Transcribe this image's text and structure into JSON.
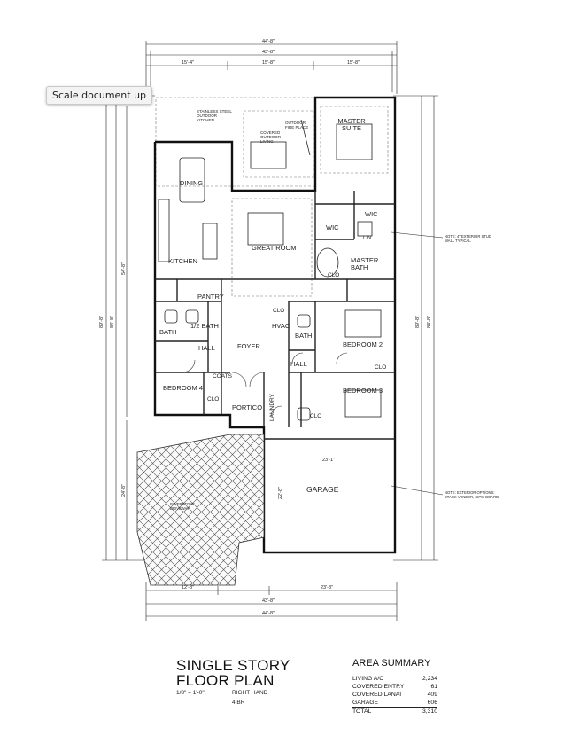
{
  "tooltip": {
    "label": "Scale document up"
  },
  "rooms": {
    "master_suite": "MASTER SUITE",
    "dining": "DINING",
    "great_room": "GREAT ROOM",
    "kitchen": "KITCHEN",
    "wic1": "WIC",
    "wic2": "WIC",
    "master_bath": "MASTER BATH",
    "pantry": "PANTRY",
    "bath1": "BATH",
    "half_bath": "1/2 BATH",
    "hall1": "HALL",
    "foyer": "FOYER",
    "hvac": "HVAC",
    "bath2": "BATH",
    "bedroom2": "BEDROOM 2",
    "hall2": "HALL",
    "coats": "COATS",
    "bedroom4": "BEDROOM 4",
    "portico": "PORTICO",
    "laundry": "LAUNDRY",
    "bedroom3": "BEDROOM 3",
    "garage": "GARAGE",
    "clo1": "CLO",
    "clo2": "CLO",
    "clo3": "CLO",
    "clo4": "CLO",
    "clo5": "CLO",
    "lin": "LIN"
  },
  "notes": {
    "outdoor_kitchen": "STAINLESS STEEL OUTDOOR KITCHEN",
    "covered_outdoor": "COVERED OUTDOOR LIVING",
    "fireplace": "OUTDOOR FIRE PLACE",
    "note1": "NOTE: 4\" EXTERIOR STUD WALL TYPICAL",
    "note2": "NOTE: EXTERIOR OPTIONS: STACK VENEER, SIPS, BOARD",
    "driveway": "PAVERSTONE DRIVEWAY"
  },
  "dimensions": {
    "top_overall": "44'-8\"",
    "top_stud": "43'-8\"",
    "top_seg1": "15'-4\"",
    "top_seg2": "15'-8\"",
    "top_seg3": "15'-8\"",
    "bottom_overall": "44'-8\"",
    "bottom_stud": "43'-8\"",
    "bottom_seg1": "12'-8\"",
    "bottom_seg2": "23'-8\"",
    "left_overall": "89'-8\"",
    "left_stud": "84'-8\"",
    "left_seg": "54'-8\"",
    "left_garage": "24'-8\"",
    "right_overall": "89'-8\"",
    "right_stud": "84'-8\"",
    "garage_width": "23'-1\"",
    "garage_depth": "22'-8\""
  },
  "title": {
    "line1": "SINGLE STORY",
    "line2": "FLOOR PLAN",
    "scale": "1/8\" = 1'-0\"",
    "hand": "RIGHT HAND",
    "br": "4 BR"
  },
  "area_summary": {
    "title": "AREA SUMMARY",
    "rows": [
      {
        "label": "LIVING A/C",
        "value": "2,234"
      },
      {
        "label": "COVERED ENTRY",
        "value": "61"
      },
      {
        "label": "COVERED LANAI",
        "value": "409"
      },
      {
        "label": "GARAGE",
        "value": "606"
      },
      {
        "label": "TOTAL",
        "value": "3,310"
      }
    ]
  }
}
